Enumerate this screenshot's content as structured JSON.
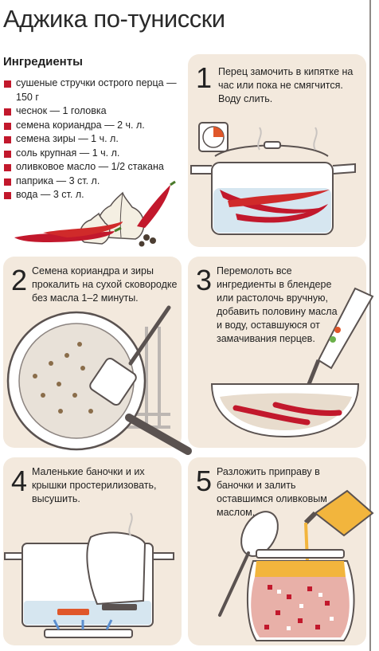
{
  "title": "Аджика по-тунисски",
  "ingredients": {
    "heading": "Ингредиенты",
    "items": [
      "сушеные стручки острого перца — 150 г",
      "чеснок — 1 головка",
      "семена кориандра — 2 ч. л.",
      "семена зиры — 1 ч. л.",
      "соль крупная — 1 ч. л.",
      "оливковое масло — 1/2 стакана",
      "паприка — 3 ст. л.",
      "вода — 3 ст. л."
    ]
  },
  "steps": [
    {
      "number": "1",
      "text": "Перец замочить в кипятке на час или пока не смягчится. Воду слить."
    },
    {
      "number": "2",
      "text": "Семена кориандра и зиры прокалить на сухой сковородке без масла 1–2 минуты."
    },
    {
      "number": "3",
      "text": "Перемолоть все ингредиенты в блендере или растолочь вручную, добавить половину масла и воду, оставшуюся от замачивания перцев."
    },
    {
      "number": "4",
      "text": "Маленькие баночки и их крышки простерилизовать, высушить."
    },
    {
      "number": "5",
      "text": "Разложить приправу в баночки и залить оставшимся оливковым маслом."
    }
  ],
  "colors": {
    "accent_red": "#c2182c",
    "panel_bg": "#f3e9dd",
    "outline": "#5a5250",
    "water_blue": "#d6e6f0",
    "oil_yellow": "#f2b53d"
  },
  "icons": [
    "timer-icon",
    "pot-icon",
    "pepper-icon",
    "garlic-icon",
    "pan-icon",
    "spatula-icon",
    "blender-icon",
    "bowl-icon",
    "jar-icon",
    "spoon-icon",
    "bottle-icon",
    "stove-icon"
  ]
}
